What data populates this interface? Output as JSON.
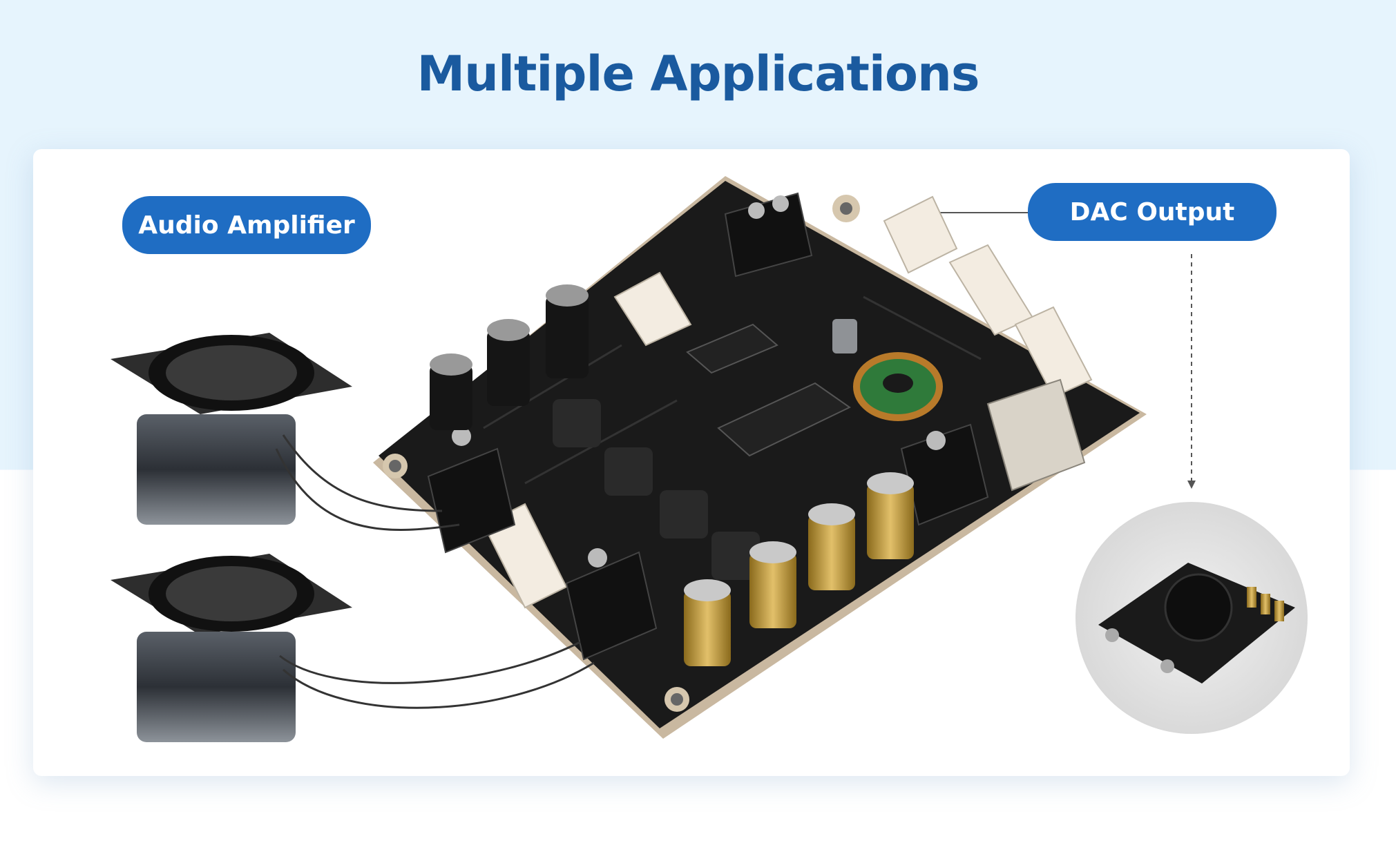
{
  "title": "Multiple Applications",
  "labels": {
    "audio_amplifier": "Audio Amplifier",
    "dac_output": "DAC Output"
  },
  "colors": {
    "title": "#1a5a9f",
    "pill": "#1f6dc3",
    "background_top": "#e6f4fd",
    "card": "#ffffff"
  }
}
